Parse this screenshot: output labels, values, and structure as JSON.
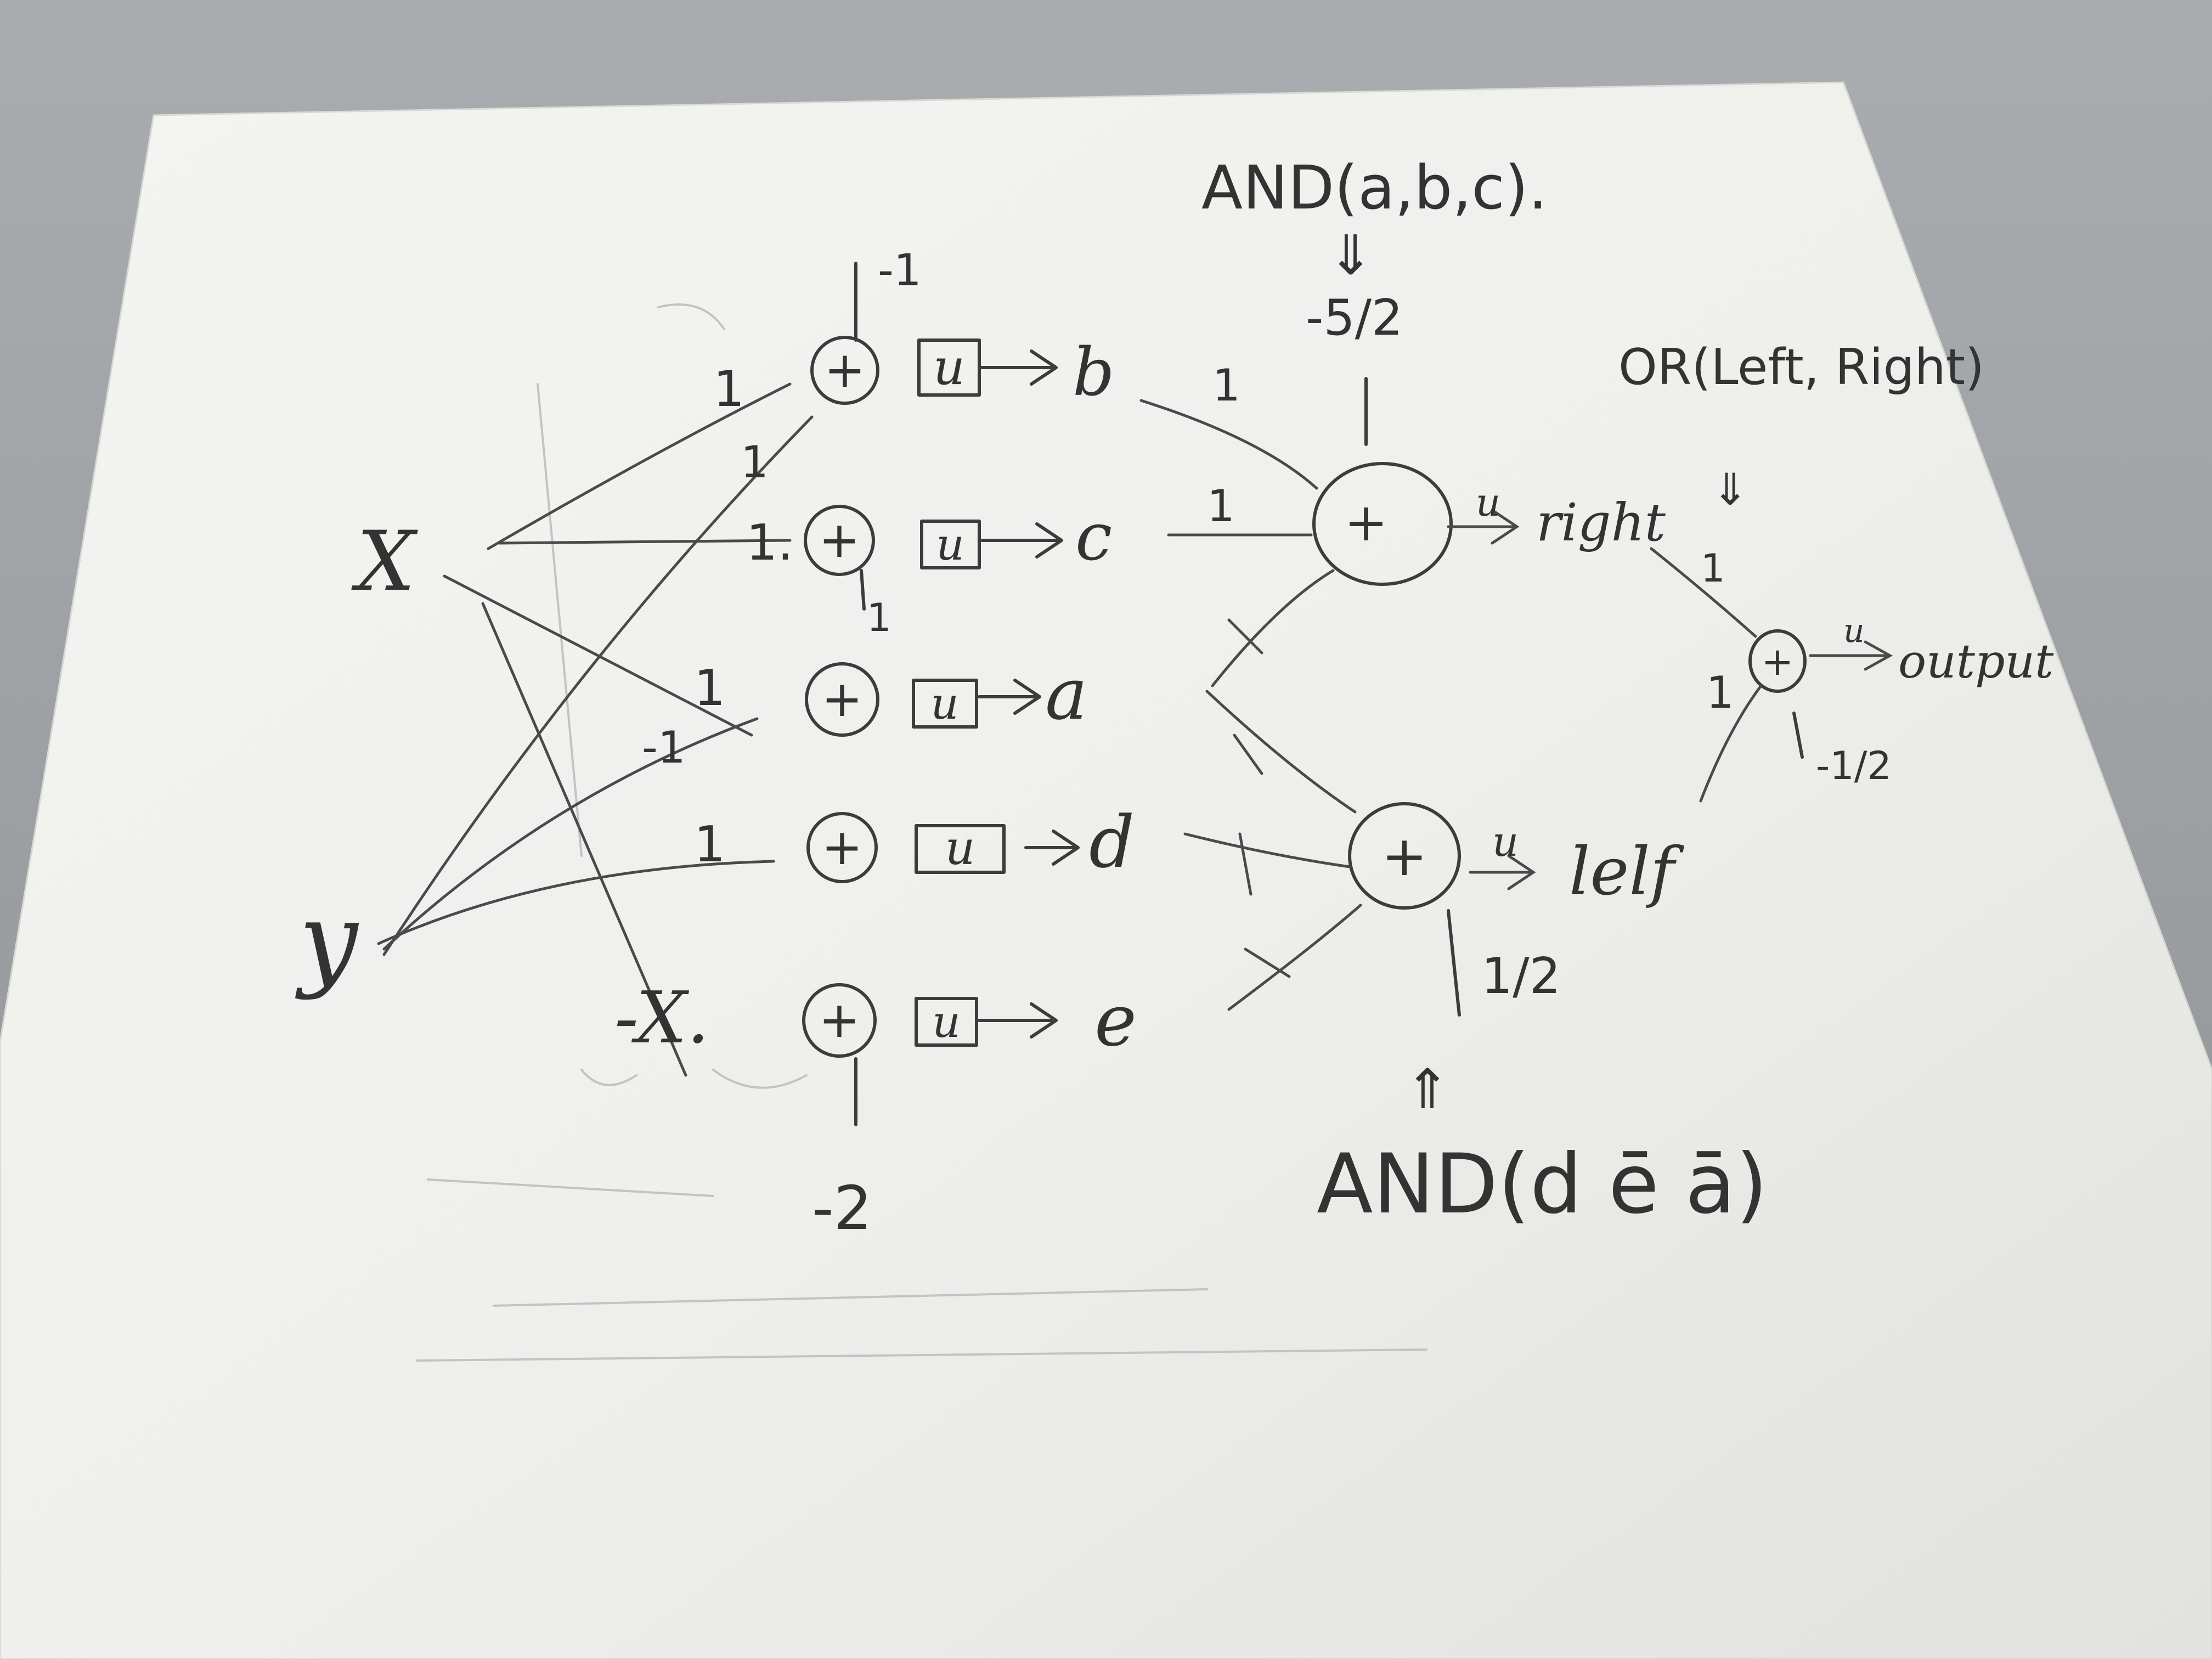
{
  "inputs": {
    "x": "X",
    "y": "y",
    "neg_x": "-X."
  },
  "hidden_units": [
    {
      "id": "b",
      "sum_symbol": "+",
      "activation": "u",
      "output": "b",
      "bias": "-1"
    },
    {
      "id": "c",
      "sum_symbol": "+",
      "activation": "u",
      "output": "c",
      "bias": "1"
    },
    {
      "id": "a",
      "sum_symbol": "+",
      "activation": "u",
      "output": "a"
    },
    {
      "id": "d",
      "sum_symbol": "+",
      "activation": "u",
      "output": "d"
    },
    {
      "id": "e",
      "sum_symbol": "+",
      "activation": "u",
      "output": "e",
      "bias": "-2"
    }
  ],
  "edge_weights": {
    "to_b": "1",
    "to_c_top": "1",
    "to_c": "1.",
    "to_a": "1",
    "to_a_neg": "-1",
    "to_d": "1",
    "b_to_right": "1",
    "c_to_right": "1",
    "right_to_output": "1",
    "left_to_output": "1"
  },
  "right_unit": {
    "annotation": "AND(a,b,c).",
    "arrow": "⇓",
    "bias": "-5/2",
    "sum_symbol": "+",
    "activation": "u",
    "label": "right"
  },
  "left_unit": {
    "annotation": "AND(d ē ā)",
    "arrow": "⇑",
    "bias": "1/2",
    "sum_symbol": "+",
    "activation": "u",
    "label": "lelf"
  },
  "output_unit": {
    "annotation": "OR(Left, Right)",
    "arrow": "⇓",
    "bias": "-1/2",
    "sum_symbol": "+",
    "activation": "u",
    "label": "output"
  }
}
